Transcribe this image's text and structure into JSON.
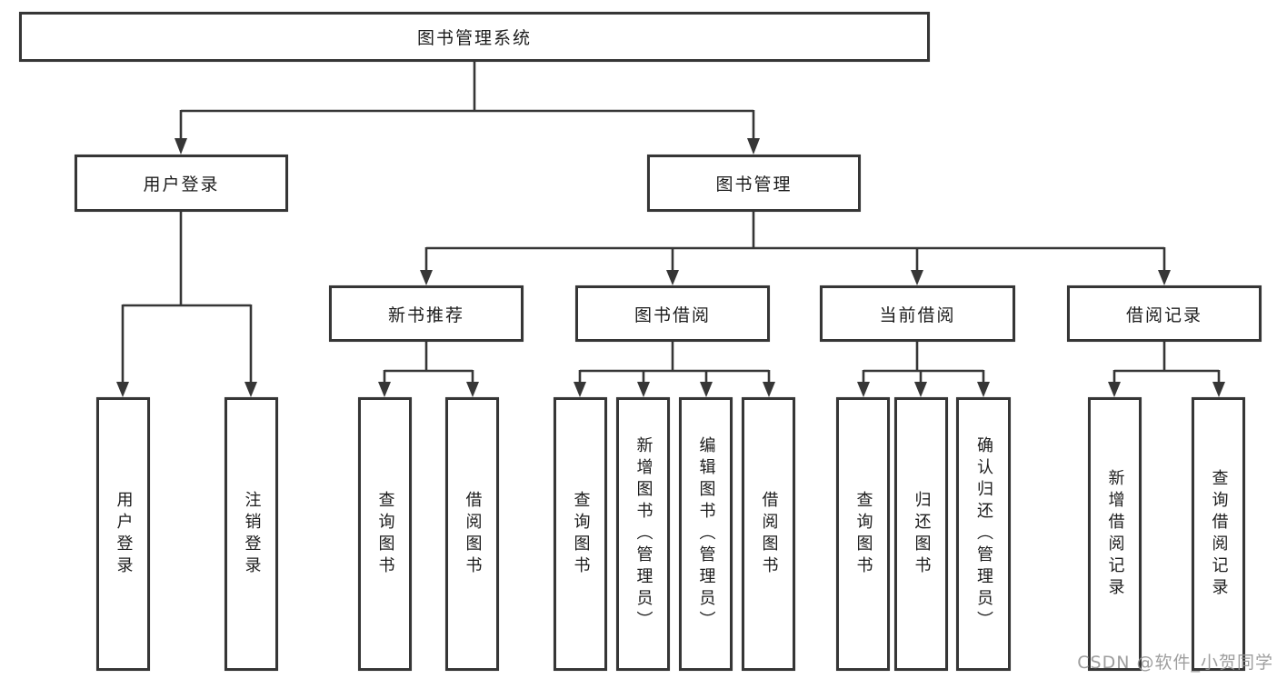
{
  "diagram": {
    "root_label": "图书管理系统",
    "user_login": {
      "label": "用户登录",
      "children": [
        "用户登录",
        "注销登录"
      ]
    },
    "book_management": {
      "label": "图书管理",
      "sections": [
        {
          "label": "新书推荐",
          "children": [
            "查询图书",
            "借阅图书"
          ]
        },
        {
          "label": "图书借阅",
          "children": [
            "查询图书",
            "新增图书（管理员）",
            "编辑图书（管理员）",
            "借阅图书"
          ]
        },
        {
          "label": "当前借阅",
          "children": [
            "查询图书",
            "归还图书",
            "确认归还（管理员）"
          ]
        },
        {
          "label": "借阅记录",
          "children": [
            "新增借阅记录",
            "查询借阅记录"
          ]
        }
      ]
    }
  },
  "watermark": "CSDN @软件_小贺同学",
  "colors": {
    "line": "#363636",
    "box_border": "#363636",
    "text": "#1c1c1c",
    "watermark": "#949494",
    "background": "#ffffff"
  }
}
